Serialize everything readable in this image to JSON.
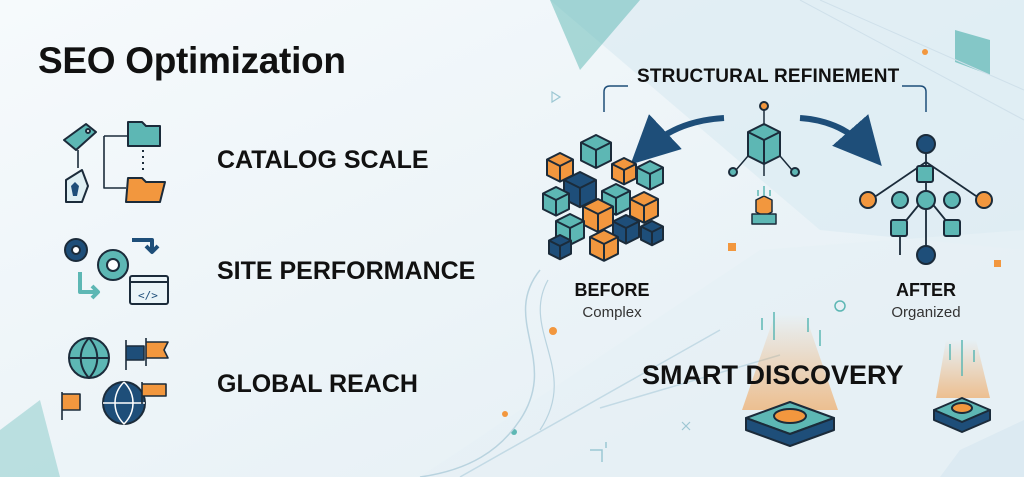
{
  "title": "SEO Optimization",
  "features": [
    {
      "label": "CATALOG SCALE",
      "icon": "catalog-tags-folders-icon"
    },
    {
      "label": "SITE PERFORMANCE",
      "icon": "gears-code-icon"
    },
    {
      "label": "GLOBAL REACH",
      "icon": "globes-flags-icon"
    }
  ],
  "refinement": {
    "heading": "STRUCTURAL REFINEMENT",
    "before": {
      "label": "BEFORE",
      "caption": "Complex"
    },
    "after": {
      "label": "AFTER",
      "caption": "Organized"
    }
  },
  "discovery": {
    "label": "SMART DISCOVERY"
  },
  "colors": {
    "orange": "#f2973e",
    "teal": "#5db7b4",
    "navy": "#1e4e79",
    "dark": "#111111"
  }
}
